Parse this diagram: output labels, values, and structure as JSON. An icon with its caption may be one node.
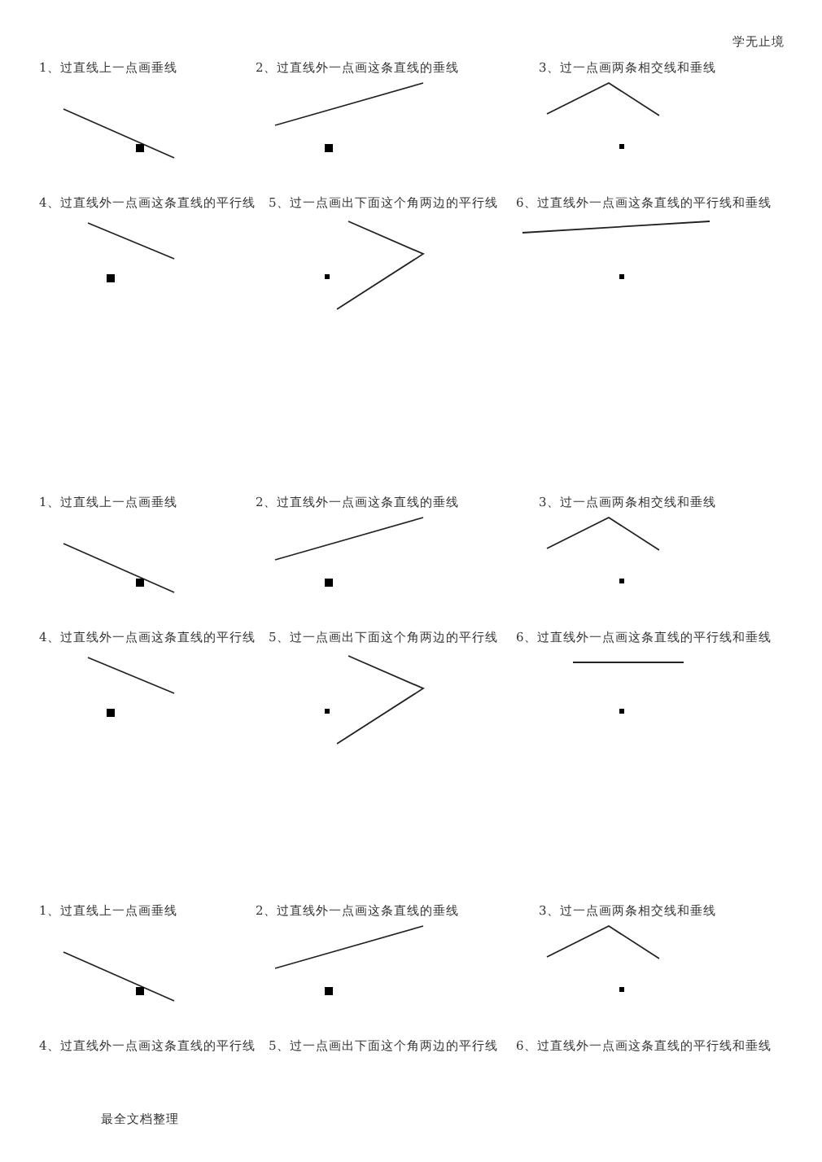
{
  "diagram": {
    "labels": [
      "学无止境",
      "1、过直线上一点画垂线",
      "2、过直线外一点画这条直线的垂线",
      "3、过一点画两条相交线和垂线",
      "4、过直线外一点画这条直线的平行线",
      "5、过一点画出下面这个角两边的平行线",
      "6、过直线外一点画这条直线的平行线和垂线",
      "1、过直线上一点画垂线",
      "2、过直线外一点画这条直线的垂线",
      "3、过一点画两条相交线和垂线",
      "4、过直线外一点画这条直线的平行线",
      "5、过一点画出下面这个角两边的平行线",
      "6、过直线外一点画这条直线的平行线和垂线",
      "1、过直线上一点画垂线",
      "2、过直线外一点画这条直线的垂线",
      "3、过一点画两条相交线和垂线",
      "4、过直线外一点画这条直线的平行线",
      "5、过一点画出下面这个角两边的平行线",
      "6、过直线外一点画这条直线的平行线和垂线",
      "最全文档整理"
    ]
  }
}
